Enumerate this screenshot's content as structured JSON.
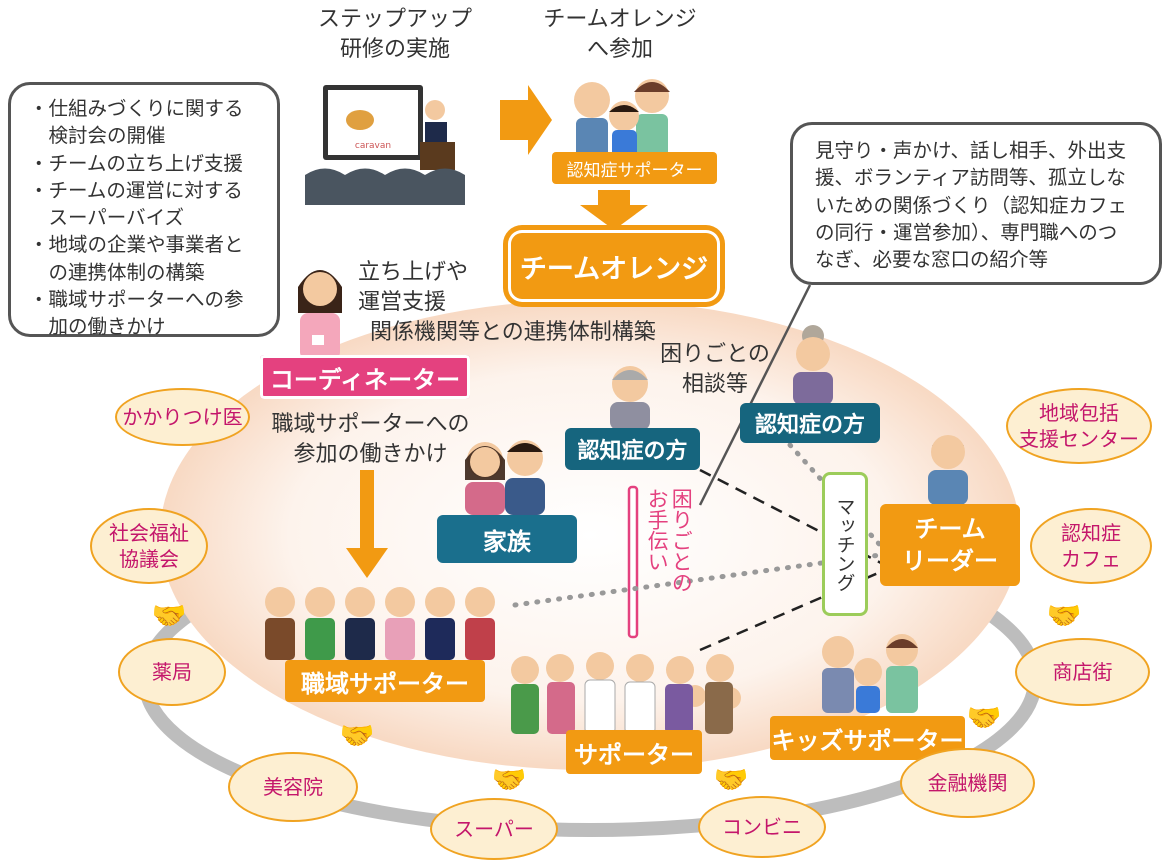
{
  "top": {
    "step_up_training": "ステップアップ\n研修の実施",
    "join_team_orange": "チームオレンジ\nへ参加",
    "dementia_supporter_badge": "認知症サポーター",
    "team_orange": "チームオレンジ",
    "slide_caption": "caravan"
  },
  "left_callout": {
    "text": "・仕組みづくりに関する\n　検討会の開催\n・チームの立ち上げ支援\n・チームの運営に対する\n　スーパーバイズ\n・地域の企業や事業者と\n　の連携体制の構築\n・職域サポーターへの参\n　加の働きかけ"
  },
  "right_callout": {
    "text": "見守り・声かけ、話し相手、外出支\n援、ボランティア訪問等、孤立しな\nいための関係づくり（認知症カフェ\nの同行・運営参加）、専門職へのつ\nなぎ、必要な窓口の紹介等"
  },
  "labels": {
    "launch_support": "立ち上げや\n運営支援",
    "cooperation": "関係機関等との連携体制構築",
    "coordinator": "コーディネーター",
    "workplace_invite": "職域サポーターへの\n参加の働きかけ",
    "consultation": "困りごとの\n相談等",
    "dementia_person_1": "認知症の方",
    "dementia_person_2": "認知症の方",
    "family": "家族",
    "help": "困りごとの\nお手伝い",
    "matching": "マッチング",
    "team_leader": "チーム\nリーダー",
    "workplace_supporter": "職域サポーター",
    "supporter": "サポーター",
    "kids_supporter": "キッズサポーター"
  },
  "partners": {
    "family_doctor": "かかりつけ医",
    "social_welfare": "社会福祉\n協議会",
    "pharmacy": "薬局",
    "beauty_salon": "美容院",
    "supermarket": "スーパー",
    "convenience_store": "コンビニ",
    "financial": "金融機関",
    "shopping_street": "商店街",
    "dementia_cafe": "認知症\nカフェ",
    "community_center": "地域包括\n支援センター"
  },
  "colors": {
    "orange": "#f29a12",
    "teal": "#16657e",
    "pink": "#e4417f",
    "partner_fill": "#fdefd2",
    "partner_text": "#c4166b",
    "matching_green": "#9ccc5a",
    "ellipse_fill": "#fbe6d6"
  }
}
